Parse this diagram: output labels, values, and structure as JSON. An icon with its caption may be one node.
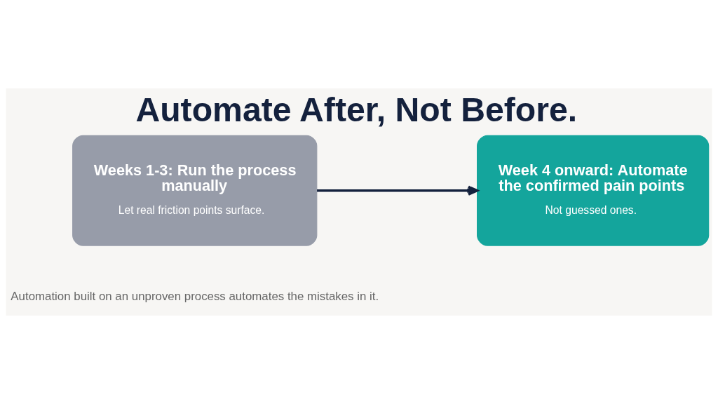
{
  "diagram": {
    "title": "Automate After, Not Before.",
    "caption": "Automation built on an unproven process automates the mistakes in it.",
    "nodes": [
      {
        "text": [
          "Weeks 1-3: Run the process manually",
          "Let real friction points surface."
        ]
      },
      {
        "text": [
          "Week 4 onward: Automate the confirmed pain points",
          "Not guessed ones."
        ]
      }
    ],
    "edges": [
      {
        "from": 0,
        "to": 1,
        "arrow": "to"
      }
    ]
  }
}
